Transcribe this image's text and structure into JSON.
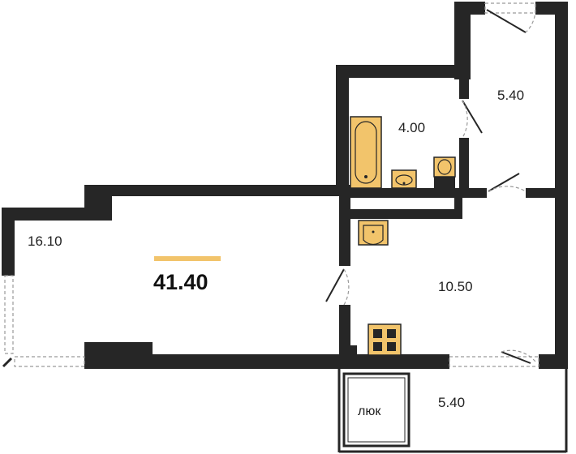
{
  "plan": {
    "total_area": "41.40",
    "rooms": [
      {
        "id": "living-room",
        "area": "16.10"
      },
      {
        "id": "bathroom",
        "area": "4.00"
      },
      {
        "id": "storage-room",
        "area": "5.40"
      },
      {
        "id": "kitchen-hall",
        "area": "10.50"
      },
      {
        "id": "balcony",
        "area": "5.40"
      }
    ],
    "hatch_label": "люк"
  },
  "colors": {
    "wall": "#262626",
    "fixture": "#f2c46b",
    "accent_bar": "#f2c46b"
  }
}
